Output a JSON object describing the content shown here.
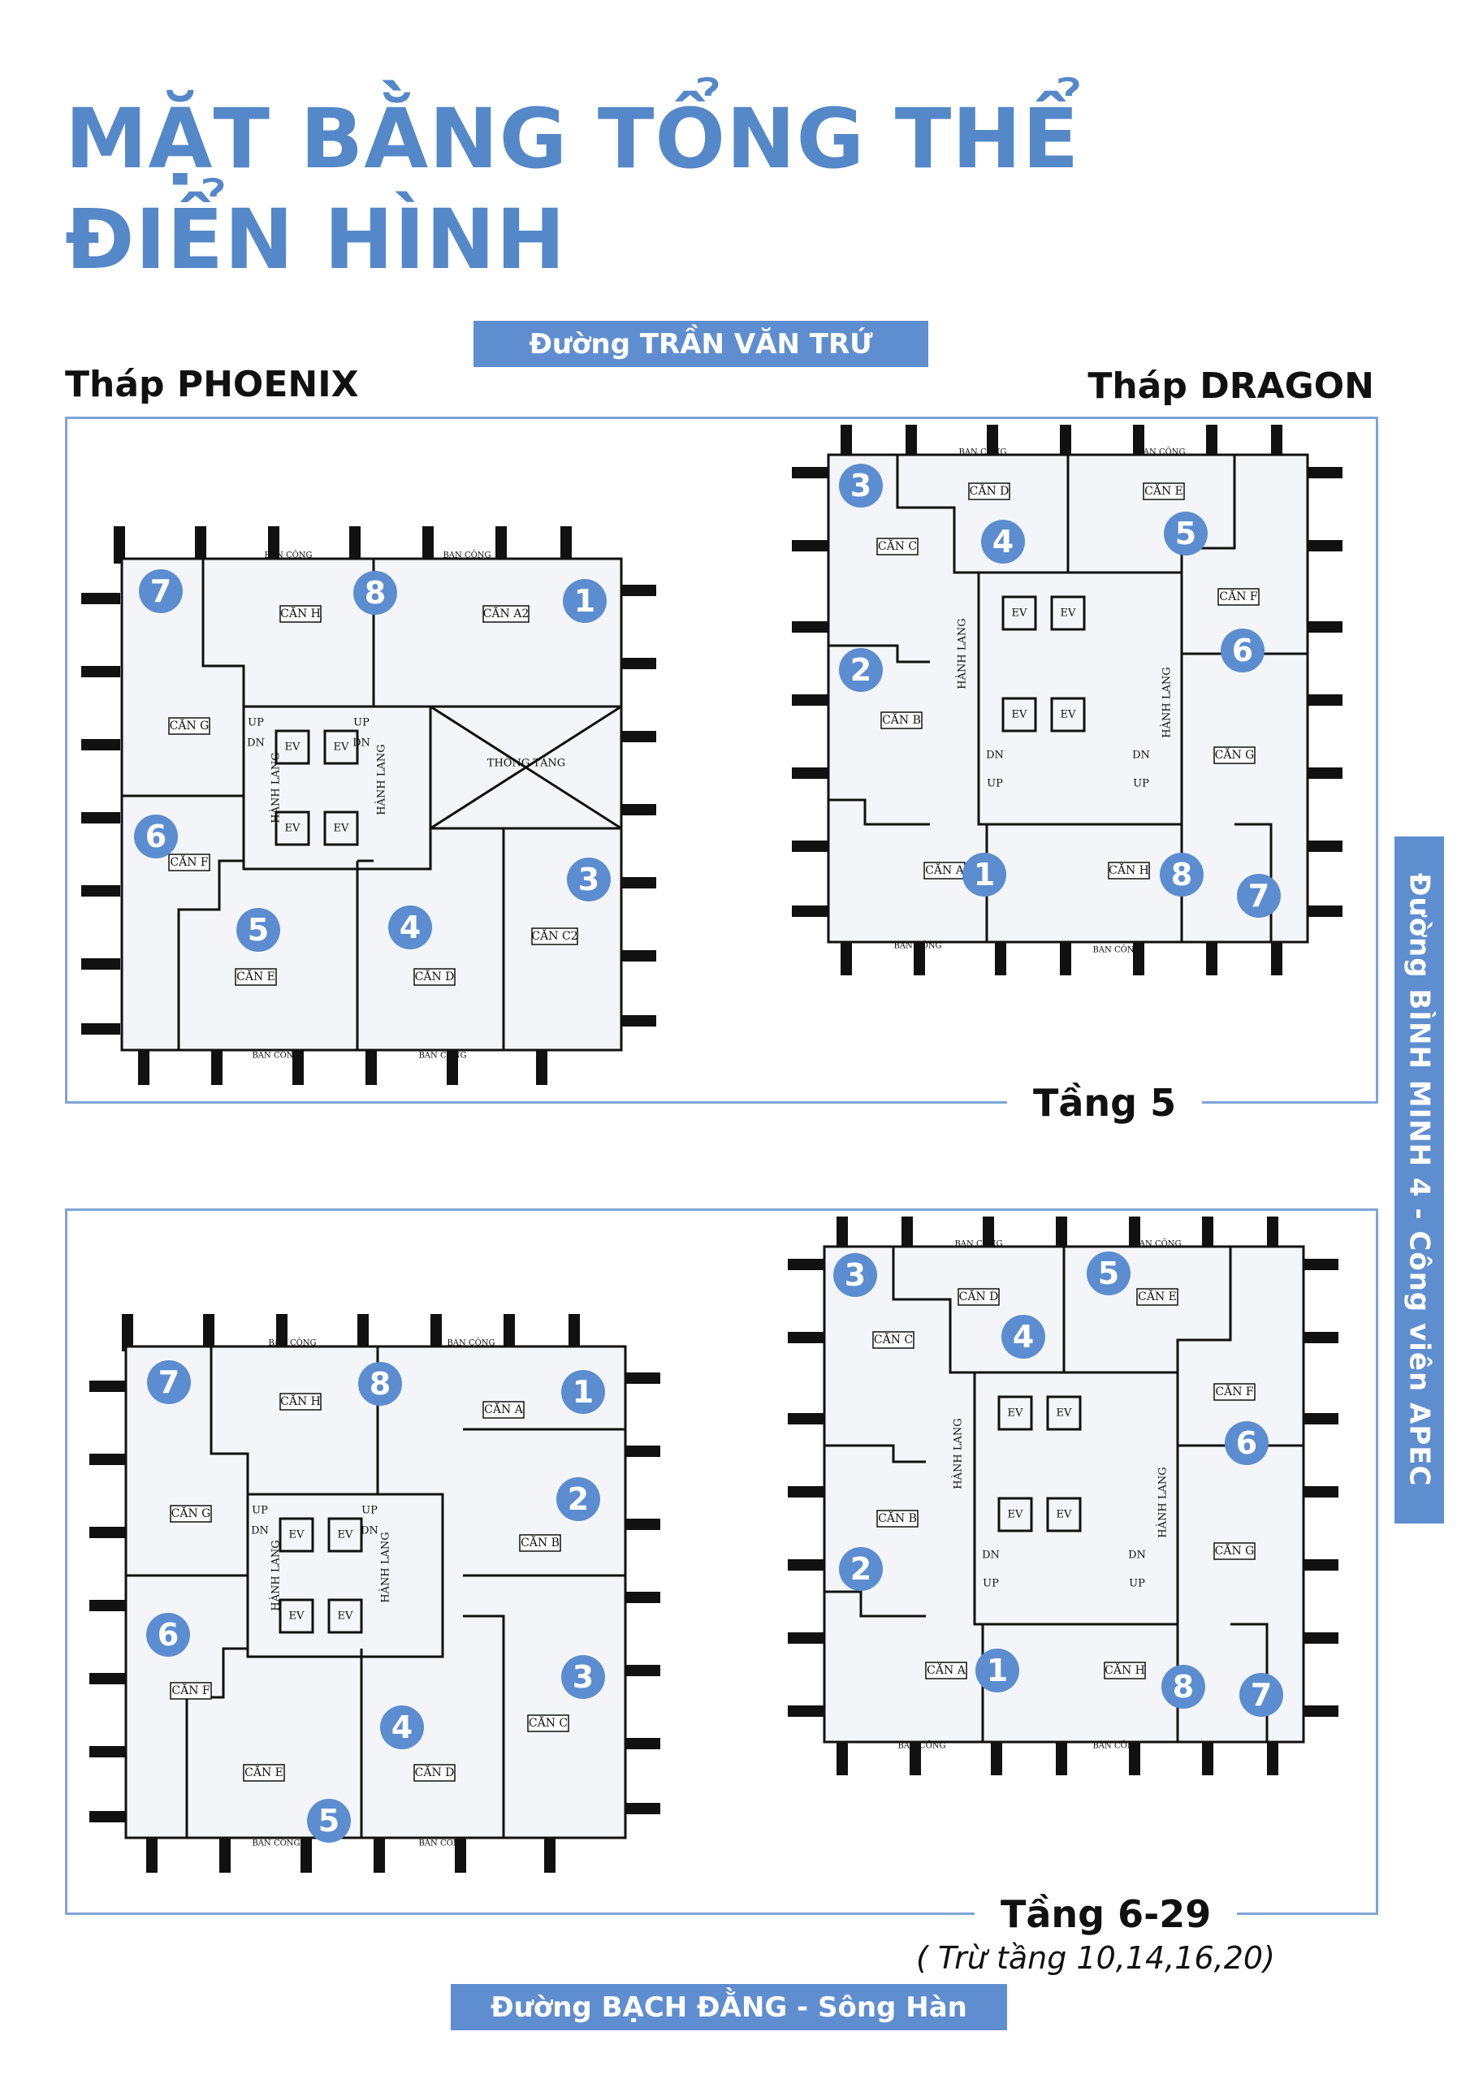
{
  "title": {
    "line1": "MẶT BẰNG TỔNG THỂ",
    "line2": "ĐIỂN HÌNH"
  },
  "roads": {
    "top": "Đường TRẦN VĂN TRỨ",
    "bottom": "Đường BẠCH ĐẰNG  - Sông Hàn",
    "right": "Đường BÌNH MINH 4 - Công viên APEC"
  },
  "towers": {
    "left": "Tháp PHOENIX",
    "right": "Tháp DRAGON"
  },
  "floors": {
    "f5": "Tầng 5",
    "f6_29": "Tầng 6-29",
    "f6_29_note": "( Trừ tầng 10,14,16,20)"
  },
  "common": {
    "balcony": "BAN CÔNG",
    "hall": "HÀNH LANG",
    "ev": "EV",
    "void": "THÔNG TẦNG",
    "up": "UP",
    "dn": "DN"
  },
  "plans": {
    "phoenix5": {
      "units": [
        "CĂN H",
        "CĂN A2",
        "CĂN G",
        "CĂN F",
        "CĂN E",
        "CĂN D",
        "CĂN C2"
      ],
      "badges": [
        "7",
        "8",
        "1",
        "6",
        "3",
        "5",
        "4"
      ]
    },
    "dragon5": {
      "units": [
        "CĂN D",
        "CĂN E",
        "CĂN C",
        "CĂN F",
        "CĂN B",
        "CĂN G",
        "CĂN A",
        "CĂN H"
      ],
      "badges": [
        "3",
        "4",
        "5",
        "6",
        "2",
        "1",
        "8",
        "7"
      ]
    },
    "phoenix6": {
      "units": [
        "CĂN H",
        "CĂN A",
        "CĂN G",
        "CĂN B",
        "CĂN F",
        "CĂN C",
        "CĂN E",
        "CĂN D"
      ],
      "badges": [
        "7",
        "8",
        "1",
        "2",
        "6",
        "3",
        "4",
        "5"
      ]
    },
    "dragon6": {
      "units": [
        "CĂN D",
        "CĂN E",
        "CĂN C",
        "CĂN F",
        "CĂN B",
        "CĂN G",
        "CĂN A",
        "CĂN H"
      ],
      "badges": [
        "3",
        "5",
        "4",
        "6",
        "2",
        "1",
        "8",
        "7"
      ]
    }
  }
}
